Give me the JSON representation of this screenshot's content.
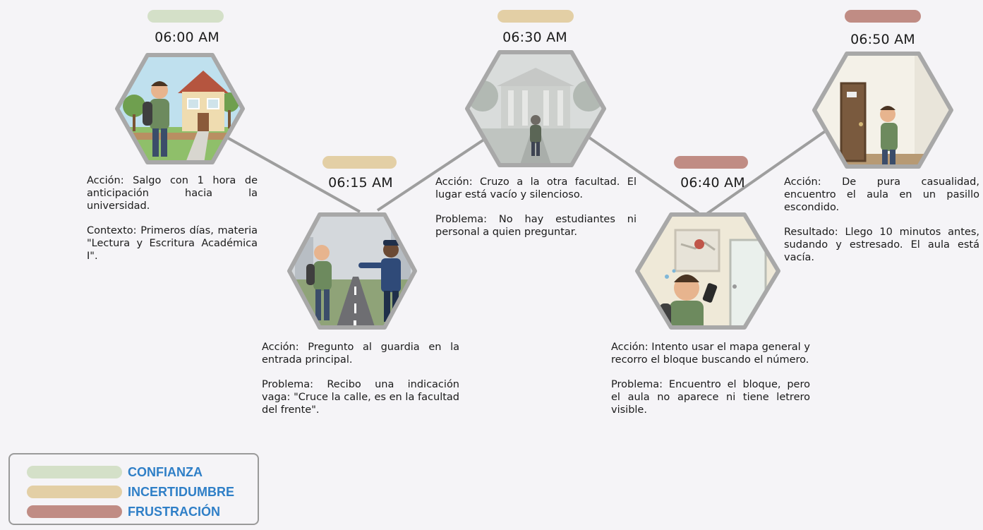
{
  "colors": {
    "confianza": "#d4e0c8",
    "incertidumbre": "#e3cfa5",
    "frustracion": "#c08c84",
    "connector": "#9e9e9e",
    "legend_text": "#2f7fc7"
  },
  "steps": [
    {
      "time": "06:00 AM",
      "emotion": "confianza",
      "image_icon": "student-leaving-house-illustration",
      "lines": [
        "Acción: Salgo con 1 hora de anticipación hacia la universidad.",
        "Contexto: Primeros días, materia \"Lectura y Escritura Académica I\"."
      ]
    },
    {
      "time": "06:15 AM",
      "emotion": "incertidumbre",
      "image_icon": "student-asking-guard-illustration",
      "lines": [
        "Acción: Pregunto al guardia en la entrada principal.",
        "Problema: Recibo una indicación vaga: \"Cruce la calle, es en la facultad del frente\"."
      ]
    },
    {
      "time": "06:30 AM",
      "emotion": "incertidumbre",
      "image_icon": "empty-faculty-building-illustration",
      "lines": [
        "Acción: Cruzo a la otra facultad. El lugar está vacío y silencioso.",
        "Problema: No hay estudiantes ni personal a quien preguntar."
      ]
    },
    {
      "time": "06:40 AM",
      "emotion": "frustracion",
      "image_icon": "student-checking-map-illustration",
      "lines": [
        "Acción: Intento usar el mapa general y recorro el bloque buscando el número.",
        "Problema: Encuentro el bloque, pero el aula no aparece ni tiene letrero visible."
      ]
    },
    {
      "time": "06:50 AM",
      "emotion": "frustracion",
      "image_icon": "student-finding-classroom-illustration",
      "lines": [
        "Acción: De pura casualidad, encuentro el aula en un pasillo escondido.",
        "Resultado: Llego 10 minutos antes, sudando y estresado. El aula está vacía."
      ]
    }
  ],
  "legend": [
    {
      "label": "CONFIANZA",
      "emotion": "confianza"
    },
    {
      "label": "INCERTIDUMBRE",
      "emotion": "incertidumbre"
    },
    {
      "label": "FRUSTRACIÓN",
      "emotion": "frustracion"
    }
  ]
}
